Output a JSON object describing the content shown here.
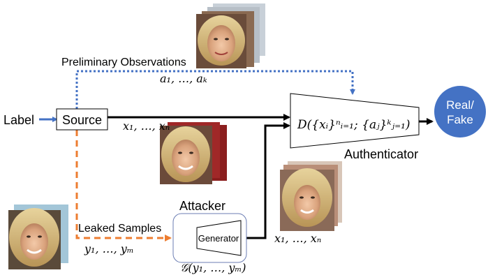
{
  "diagram": {
    "label": "Label",
    "source": "Source",
    "preliminary_observations": "Preliminary Observations",
    "observations_math": "a₁, …, aₖ",
    "real_samples_math": "x₁, …, xₙ",
    "discriminator_math": "D({xᵢ}ⁿᵢ₌₁; {aⱼ}ᵏⱼ₌₁)",
    "authenticator": "Authenticator",
    "output_line1": "Real/",
    "output_line2": "Fake",
    "attacker": "Attacker",
    "generator": "Generator",
    "leaked_samples": "Leaked Samples",
    "leaked_math": "y₁, …, yₘ",
    "generator_math": "𝒢(y₁, …, yₘ)",
    "fake_samples_math": "x₁, …, xₙ"
  },
  "colors": {
    "blue_arrow": "#4472c4",
    "orange_arrow": "#ed7d31",
    "output_circle": "#4472c4"
  }
}
